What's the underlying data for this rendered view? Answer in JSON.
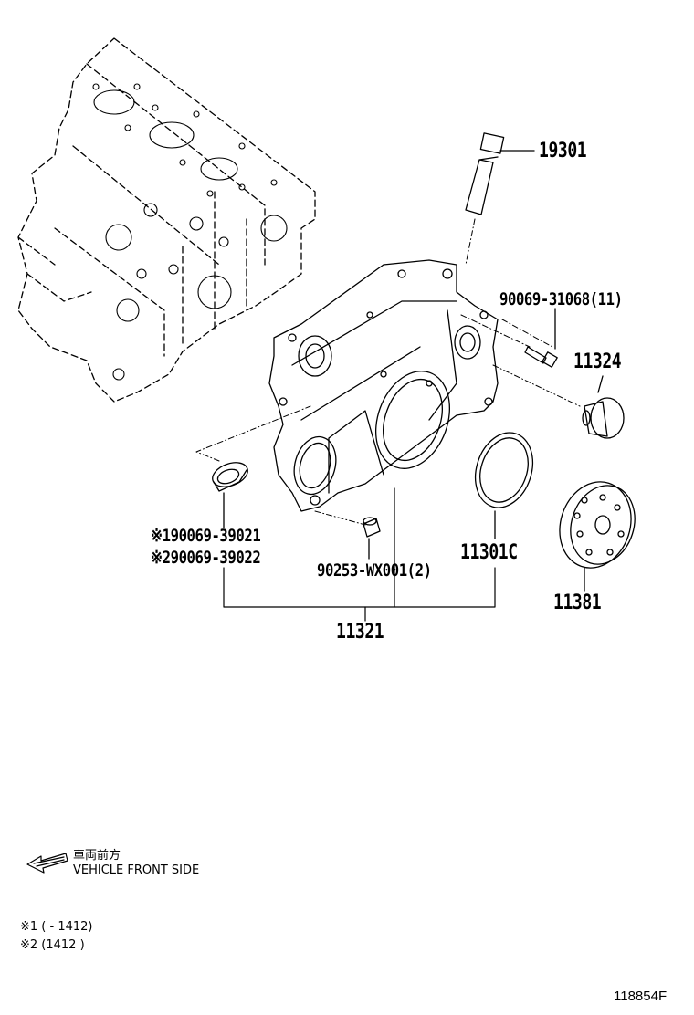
{
  "callouts": {
    "p19301": "19301",
    "p90069_31068": "90069-31068(11)",
    "p11324": "11324",
    "p90069_39021": "※190069-39021",
    "p90069_39022": "※290069-39022",
    "p90253": "90253-WX001(2)",
    "p11301c": "11301C",
    "p11381": "11381",
    "p11321": "11321"
  },
  "direction": {
    "jp": "車両前方",
    "en": "VEHICLE FRONT SIDE",
    "arrow_icon": "left-arrow-icon"
  },
  "notes": {
    "n1": "※1 (        - 1412)",
    "n2": "※2 (1412          )"
  },
  "figure_code": "118854F"
}
